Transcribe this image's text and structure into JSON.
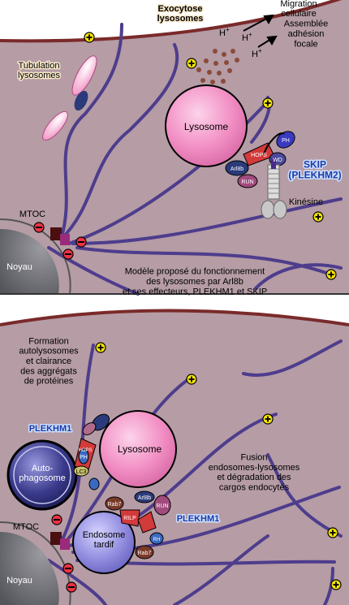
{
  "top_panel": {
    "exocytose": "Exocytose\nlysosomes",
    "tubulation": "Tubulation\nlysosomes",
    "lysosome": "Lysosome",
    "hplus": "H+",
    "migration": "Migration\ncellulaire",
    "assemblee": "Assemblée\nadhésion\nfocale",
    "skip": "SKIP\n(PLEKHM2)",
    "kinesine": "Kinésine",
    "mtoc": "MTOC",
    "noyau": "Noyau",
    "arl8b": "Arl8b",
    "hops": "HOPS",
    "run": "RUN",
    "wd": "WD",
    "ph": "PH",
    "caption": "Modèle proposé du fonctionnement\ndes lysosomes par Arl8b\net ses effecteurs, PLEKHM1 et SKIP"
  },
  "bottom_panel": {
    "formation": "Formation\nautolysosomes\net clairance\ndes aggrégats\nde protéines",
    "plekhm1_a": "PLEKHM1",
    "plekhm1_b": "PLEKHM1",
    "lysosome": "Lysosome",
    "autophagosome": "Auto-\nphagosome",
    "endosome": "Endosome\ntardif",
    "fusion": "Fusion\nendosomes-lysosomes\net dégradation des\ncargos endocytés",
    "mtoc": "MTOC",
    "noyau": "Noyau",
    "arl8b": "Arl8b",
    "hops": "HOPS",
    "run": "RUN",
    "rab7": "Rab7",
    "rilp": "RILP",
    "ph": "PH",
    "lc3": "LC3",
    "rh": "RH"
  },
  "colors": {
    "cytoplasm": "#b39aa3",
    "membrane": "#7a2a2a",
    "microtubule": "#4e3d8c",
    "lysosome": "#f28fc4",
    "nucleus": "#6f6f74",
    "autophagosome": "#2f2f7a",
    "endosome": "#8a86d6",
    "label_blue": "#1a3aa8"
  }
}
